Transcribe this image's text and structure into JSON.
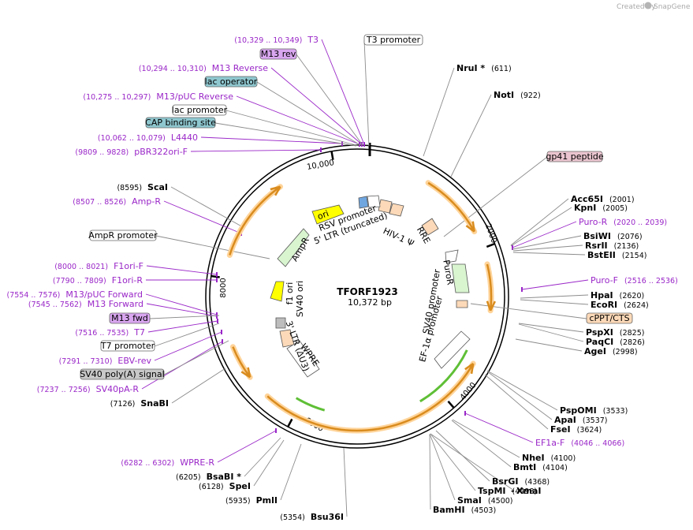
{
  "watermark": {
    "prefix": "Created by",
    "brand": "SnapGene"
  },
  "plasmid": {
    "name": "TFORF1923",
    "length_label": "10,372 bp"
  },
  "ticks": [
    {
      "label": "10,000",
      "angle": -10
    },
    {
      "label": "2000",
      "angle": 69
    },
    {
      "label": "4000",
      "angle": 139
    },
    {
      "label": "6000",
      "angle": 208
    },
    {
      "label": "8000",
      "angle": 278
    }
  ],
  "sites": [
    {
      "name": "NruI *",
      "pos": "(611)",
      "type": "enzyme"
    },
    {
      "name": "NotI",
      "pos": "(922)",
      "type": "enzyme"
    },
    {
      "name": "Acc65I",
      "pos": "(2001)",
      "type": "enzyme"
    },
    {
      "name": "KpnI",
      "pos": "(2005)",
      "type": "enzyme"
    },
    {
      "name": "Puro-R",
      "pos": "(2020 .. 2039)",
      "type": "primer"
    },
    {
      "name": "BsiWI",
      "pos": "(2076)",
      "type": "enzyme"
    },
    {
      "name": "RsrII",
      "pos": "(2136)",
      "type": "enzyme"
    },
    {
      "name": "BstEII",
      "pos": "(2154)",
      "type": "enzyme"
    },
    {
      "name": "Puro-F",
      "pos": "(2516 .. 2536)",
      "type": "primer"
    },
    {
      "name": "HpaI",
      "pos": "(2620)",
      "type": "enzyme"
    },
    {
      "name": "EcoRI",
      "pos": "(2624)",
      "type": "enzyme"
    },
    {
      "name": "PspXI",
      "pos": "(2825)",
      "type": "enzyme"
    },
    {
      "name": "PaqCI",
      "pos": "(2826)",
      "type": "enzyme"
    },
    {
      "name": "AgeI",
      "pos": "(2998)",
      "type": "enzyme"
    },
    {
      "name": "PspOMI",
      "pos": "(3533)",
      "type": "enzyme"
    },
    {
      "name": "ApaI",
      "pos": "(3537)",
      "type": "enzyme"
    },
    {
      "name": "FseI",
      "pos": "(3624)",
      "type": "enzyme"
    },
    {
      "name": "EF1a-F",
      "pos": "(4046 .. 4066)",
      "type": "primer"
    },
    {
      "name": "NheI",
      "pos": "(4100)",
      "type": "enzyme"
    },
    {
      "name": "BmtI",
      "pos": "(4104)",
      "type": "enzyme"
    },
    {
      "name": "BsrGI",
      "pos": "(4368)",
      "type": "enzyme"
    },
    {
      "name": "TspMI",
      "pos": "(4498)",
      "type": "enzyme"
    },
    {
      "name": "XmaI",
      "pos": "",
      "type": "enzyme"
    },
    {
      "name": "SmaI",
      "pos": "(4500)",
      "type": "enzyme"
    },
    {
      "name": "BamHI",
      "pos": "(4503)",
      "type": "enzyme"
    },
    {
      "name": "Bsu36I",
      "pos": "(5354)",
      "type": "enzyme"
    },
    {
      "name": "PmlI",
      "pos": "(5935)",
      "type": "enzyme"
    },
    {
      "name": "SpeI",
      "pos": "(6128)",
      "type": "enzyme"
    },
    {
      "name": "BsaBI *",
      "pos": "(6205)",
      "type": "enzyme"
    },
    {
      "name": "WPRE-R",
      "pos": "(6282 .. 6302)",
      "type": "primer"
    },
    {
      "name": "SnaBI",
      "pos": "(7126)",
      "type": "enzyme"
    },
    {
      "name": "SV40pA-R",
      "pos": "(7237 .. 7256)",
      "type": "primer"
    },
    {
      "name": "EBV-rev",
      "pos": "(7291 .. 7310)",
      "type": "primer"
    },
    {
      "name": "T7",
      "pos": "(7516 .. 7535)",
      "type": "primer"
    },
    {
      "name": "M13 Forward",
      "pos": "(7545 .. 7562)",
      "type": "primer"
    },
    {
      "name": "M13/pUC Forward",
      "pos": "(7554 .. 7576)",
      "type": "primer"
    },
    {
      "name": "F1ori-R",
      "pos": "(7790 .. 7809)",
      "type": "primer"
    },
    {
      "name": "F1ori-F",
      "pos": "(8000 .. 8021)",
      "type": "primer"
    },
    {
      "name": "Amp-R",
      "pos": "(8507 .. 8526)",
      "type": "primer"
    },
    {
      "name": "ScaI",
      "pos": "(8595)",
      "type": "enzyme"
    },
    {
      "name": "pBR322ori-F",
      "pos": "(9809 .. 9828)",
      "type": "primer"
    },
    {
      "name": "L4440",
      "pos": "(10,062 .. 10,079)",
      "type": "primer"
    },
    {
      "name": "M13/pUC Reverse",
      "pos": "(10,275 .. 10,297)",
      "type": "primer"
    },
    {
      "name": "M13 Reverse",
      "pos": "(10,294 .. 10,310)",
      "type": "primer"
    },
    {
      "name": "T3",
      "pos": "(10,329 .. 10,349)",
      "type": "primer"
    }
  ],
  "boxed_features": [
    {
      "label": "T3 promoter",
      "color": "#ffffff"
    },
    {
      "label": "M13 rev",
      "color": "#d9a6f0"
    },
    {
      "label": "lac operator",
      "color": "#8fc7cf"
    },
    {
      "label": "lac promoter",
      "color": "#ffffff"
    },
    {
      "label": "CAP binding site",
      "color": "#8fc7cf"
    },
    {
      "label": "gp41 peptide",
      "color": "#eac5cf"
    },
    {
      "label": "cPPT/CTS",
      "color": "#fcd9b8"
    },
    {
      "label": "AmpR promoter",
      "color": "#ffffff"
    },
    {
      "label": "M13 fwd",
      "color": "#d9a6f0"
    },
    {
      "label": "T7 promoter",
      "color": "#ffffff"
    },
    {
      "label": "SV40 poly(A) signal",
      "color": "#c8c8c8"
    }
  ],
  "inner_labels": [
    "ori",
    "RSV promoter",
    "5' LTR (truncated)",
    "HIV-1 Ψ",
    "RRE",
    "PuroR",
    "SV40 promoter",
    "EF-1α promoter",
    "3' LTR (ΔU3)",
    "WPRE",
    "f1 ori",
    "SV40 ori",
    "AmpR"
  ],
  "colors": {
    "primer": "#9a27c8",
    "enzyme_line": "#8c8c8c",
    "orf_orange": "#d98c1e",
    "orf_glow": "#ffd49a",
    "green": "#5fbf36",
    "yellow": "#ffff00"
  }
}
